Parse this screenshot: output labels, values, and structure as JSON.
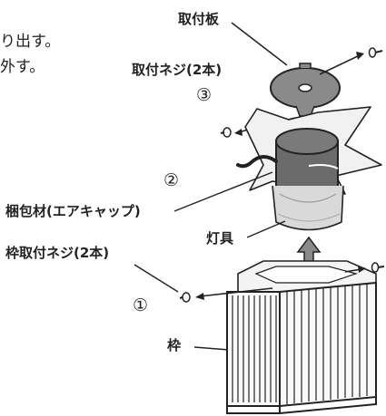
{
  "intro_text": {
    "line1": "り出す。",
    "line2": "外す。"
  },
  "labels": {
    "mounting_plate": "取付板",
    "mounting_screws": "取付ネジ(2本)",
    "step3": "③",
    "step2": "②",
    "packing_material": "梱包材(エアキャップ)",
    "fixture": "灯具",
    "frame_screws": "枠取付ネジ(2本)",
    "step1": "①",
    "frame": "枠"
  },
  "colors": {
    "line": "#222222",
    "paper_bag": "#f1f1f1",
    "cylinder": "#6b6b6b",
    "plate": "#8a8a8a",
    "fixture_glass": "#d9d9d9"
  }
}
